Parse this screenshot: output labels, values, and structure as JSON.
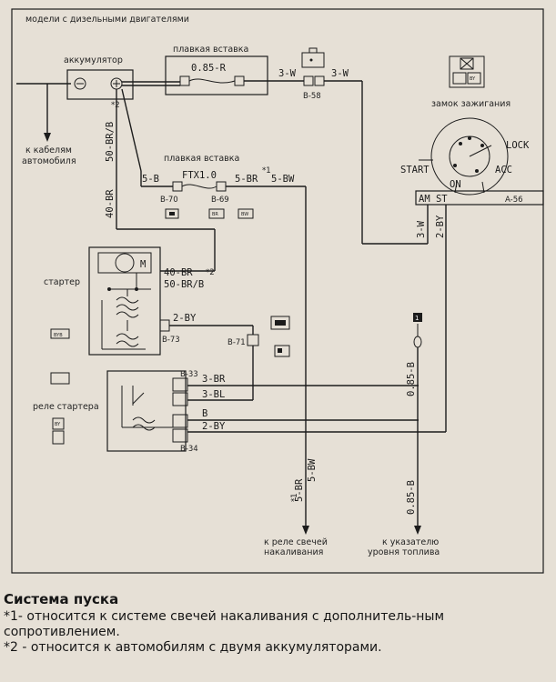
{
  "diagram": {
    "header": "модели с дизельными двигателями",
    "battery_label": "аккумулятор",
    "fusible_link_top_label": "плавкая вставка",
    "fusible_link_top_value": "0.85-R",
    "fusible_link_mid_label": "плавкая вставка",
    "fusible_link_mid_value": "FTX1.0",
    "ignition_switch_label": "замок зажигания",
    "switch_positions": {
      "lock": "LOCK",
      "start": "START",
      "acc": "ACC",
      "on": "ON",
      "am_st": "AM ST"
    },
    "starter_label": "стартер",
    "starter_motor_symbol": "M",
    "starter_relay_label": "реле стартера",
    "to_car_cables": [
      "к кабелям",
      "автомобиля"
    ],
    "to_glow_relay": [
      "к реле свечей",
      "накаливания"
    ],
    "to_fuel_gauge": [
      "к указателю",
      "уровня топлива"
    ],
    "connectors": {
      "b58": "B-58",
      "a56": "A-56",
      "b70": "B-70",
      "b69": "B-69",
      "b73": "B-73",
      "b71": "B-71",
      "b33": "B-33",
      "b34": "B-34"
    },
    "wires": {
      "w_3w_left": "3-W",
      "w_3w_right": "3-W",
      "w_50brb_battery": "50-BR/B",
      "w_40br_vertical": "40-BR",
      "w_5b": "5-B",
      "w_5br": "5-BR",
      "w_5bw": "5-BW",
      "w_40br_starter": "40-BR",
      "w_50brb_starter": "50-BR/B",
      "w_2by_starter": "2-BY",
      "w_3w_switch": "3-W",
      "w_2by_switch": "2-BY",
      "w_3br": "3-BR",
      "w_3bl": "3-BL",
      "w_b": "B",
      "w_2by_relay": "2-BY",
      "w_5br_bottom": "5-BR",
      "w_5bw_bottom": "5-BW",
      "w_085b_upper": "0.85-B",
      "w_085b_lower": "0.85-B"
    },
    "marks": {
      "star1": "*1",
      "star2": "*2",
      "ground_1": "1"
    }
  },
  "caption": {
    "title": "Система пуска",
    "note1": "*1- относится к системе свечей накаливания с дополнитель-ным сопротивлением.",
    "note2": "*2 - относится к автомобилям с двумя аккумуляторами."
  }
}
